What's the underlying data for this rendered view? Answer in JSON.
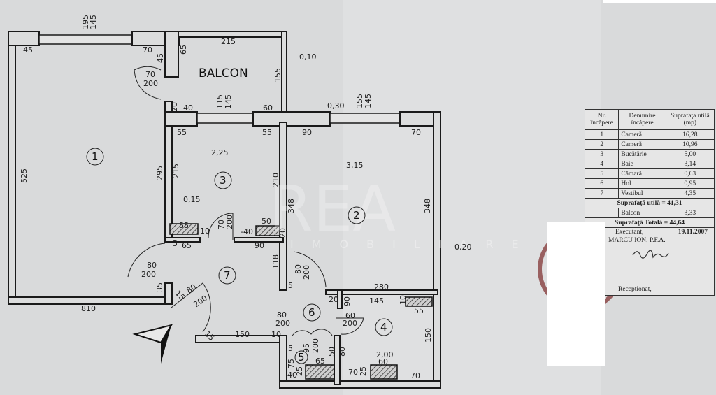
{
  "plan": {
    "balcon_label": "BALCON",
    "watermark": "REA",
    "watermark_sub": "IMOBILIARE",
    "rooms": [
      "1",
      "2",
      "3",
      "4",
      "5",
      "6",
      "7"
    ],
    "dims": [
      "195",
      "145",
      "45",
      "70",
      "45",
      "65",
      "215",
      "0,10",
      "155",
      "70",
      "200",
      "20",
      "40",
      "115",
      "145",
      "60",
      "0,30",
      "155",
      "145",
      "55",
      "55",
      "90",
      "70",
      "2,25",
      "3,15",
      "215",
      "295",
      "210",
      "348",
      "348",
      "0,15",
      "525",
      "55",
      "10",
      "70",
      "200",
      "50",
      "-40",
      "20",
      "65",
      "90",
      "5",
      "118",
      "80",
      "200",
      "80",
      "200",
      "35",
      "15",
      "80",
      "200",
      "810",
      "5",
      "80",
      "200",
      "20",
      "90",
      "145",
      "280",
      "10",
      "55",
      "60",
      "200",
      "150",
      "2,00",
      "150",
      "10",
      "15",
      "95",
      "200",
      "5",
      "75",
      "50",
      "80",
      "25",
      "65",
      "40",
      "60",
      "25",
      "70",
      "70",
      "0,20"
    ]
  },
  "table": {
    "headers": [
      "Nr. încăpere",
      "Denumire încăpere",
      "Suprafaţa utilă (mp)"
    ],
    "rows": [
      {
        "nr": "1",
        "name": "Cameră",
        "area": "16,28"
      },
      {
        "nr": "2",
        "name": "Cameră",
        "area": "10,96"
      },
      {
        "nr": "3",
        "name": "Bucătărie",
        "area": "5,00"
      },
      {
        "nr": "4",
        "name": "Baie",
        "area": "3,14"
      },
      {
        "nr": "5",
        "name": "Cămară",
        "area": "0,63"
      },
      {
        "nr": "6",
        "name": "Hol",
        "area": "0,95"
      },
      {
        "nr": "7",
        "name": "Vestibul",
        "area": "4,35"
      }
    ],
    "useful_total": "Suprafaţă utilă = 41,31",
    "balcon_name": "Balcon",
    "balcon_area": "3,33",
    "grand_total": "Suprafaţă Totală = 44,64",
    "executant_label": "Executant,",
    "date": "19.11.2007",
    "executant_name": "MARCU ION, P.F.A.",
    "receptionat_label": "Receptionat,"
  }
}
